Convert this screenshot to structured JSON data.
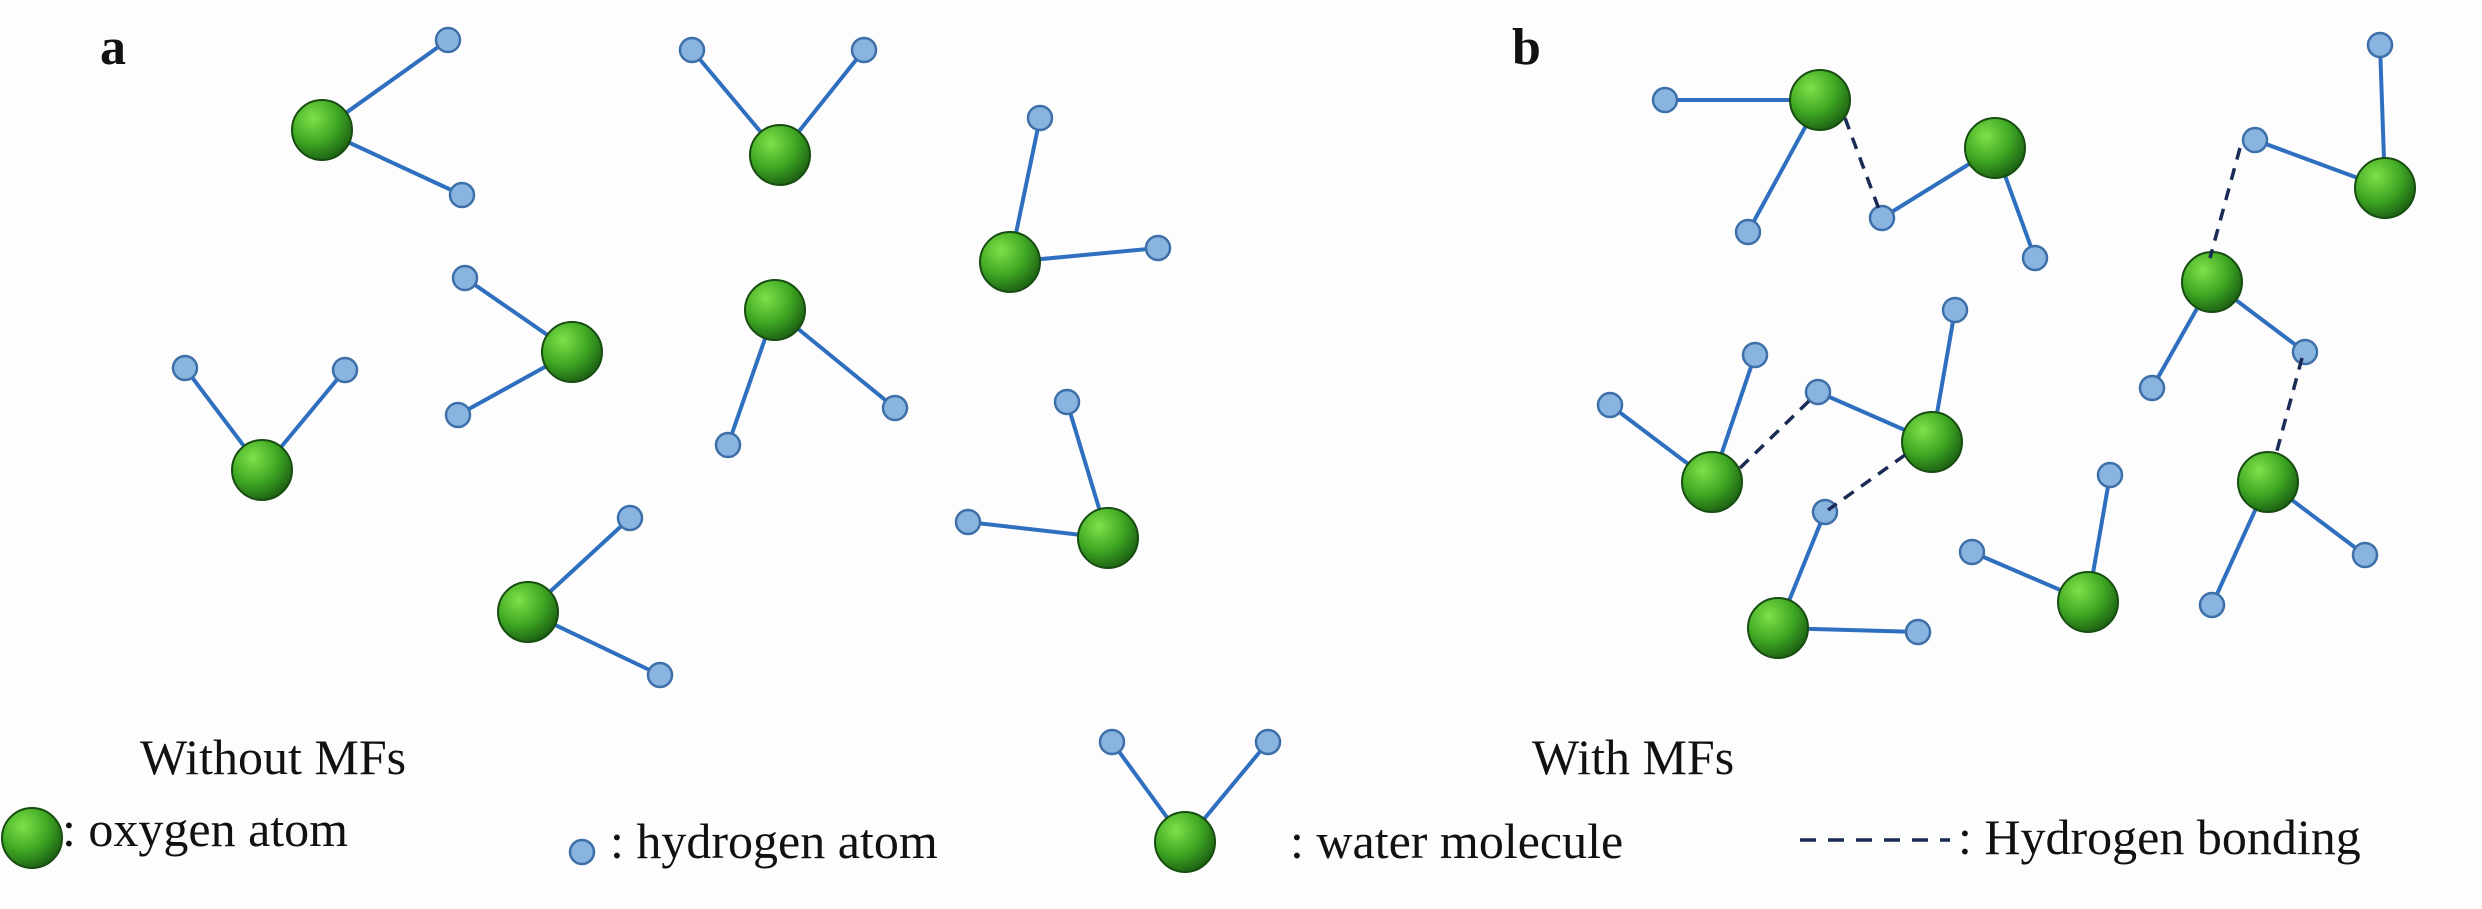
{
  "panels": {
    "a": {
      "letter": "a",
      "caption": "Without MFs"
    },
    "b": {
      "letter": "b",
      "caption": "With MFs"
    }
  },
  "legend": {
    "oxygen": ": oxygen atom",
    "hydrogen": ": hydrogen atom",
    "water": ": water molecule",
    "hbond": ": Hydrogen bonding"
  },
  "colors": {
    "bond": "#2f6fbf",
    "hydrogen_fill": "#8ab4e0",
    "hydrogen_stroke": "#3d6fa8",
    "oxygen_light": "#6fd63a",
    "oxygen_dark": "#1f6a14",
    "hbond": "#1a2c55"
  }
}
